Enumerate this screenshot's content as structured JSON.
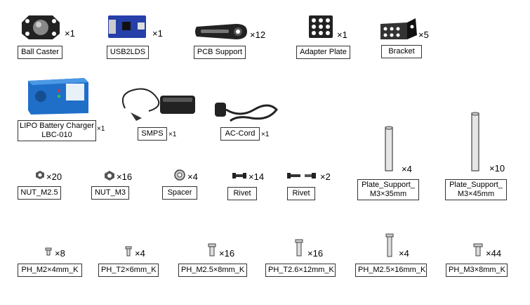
{
  "parts": [
    {
      "label": "Ball Caster",
      "qty": "×1"
    },
    {
      "label": "USB2LDS",
      "qty": "×1"
    },
    {
      "label": "PCB Support",
      "qty": "×12"
    },
    {
      "label": "Adapter Plate",
      "qty": "×1"
    },
    {
      "label": "Bracket",
      "qty": "×5"
    },
    {
      "label_line1": "LIPO Battery Charger",
      "label_line2": "LBC-010",
      "qty": "×1"
    },
    {
      "label": "SMPS",
      "qty": "×1"
    },
    {
      "label": "AC-Cord",
      "qty": "×1"
    },
    {
      "label": "NUT_M2.5",
      "qty": "×20"
    },
    {
      "label": "NUT_M3",
      "qty": "×16"
    },
    {
      "label": "Spacer",
      "qty": "×4"
    },
    {
      "label": "Rivet",
      "qty": "×14"
    },
    {
      "label": "Rivet",
      "qty": "×2"
    },
    {
      "label_line1": "Plate_Support_",
      "label_line2": "M3×35mm",
      "qty": "×4"
    },
    {
      "label_line1": "Plate_Support_",
      "label_line2": "M3×45mm",
      "qty": "×10"
    },
    {
      "label": "PH_M2×4mm_K",
      "qty": "×8"
    },
    {
      "label": "PH_T2×6mm_K",
      "qty": "×4"
    },
    {
      "label": "PH_M2.5×8mm_K",
      "qty": "×16"
    },
    {
      "label": "PH_T2.6×12mm_K",
      "qty": "×16"
    },
    {
      "label": "PH_M2.5×16mm_K",
      "qty": "×4"
    },
    {
      "label": "PH_M3×8mm_K",
      "qty": "×44"
    }
  ]
}
